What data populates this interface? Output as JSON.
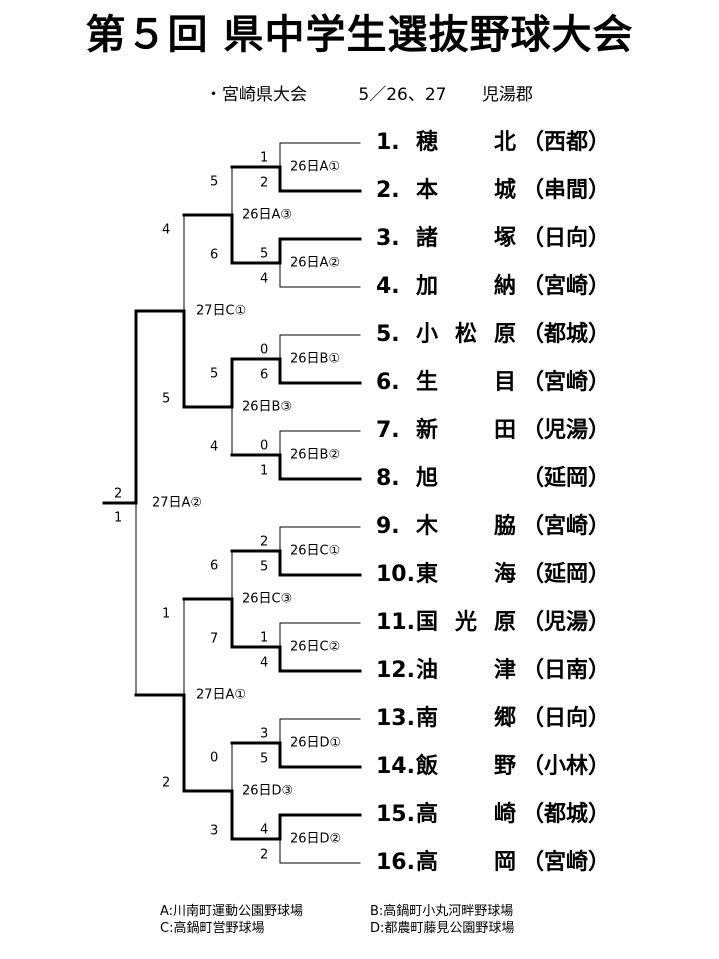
{
  "title": "第５回 県中学生選抜野球大会",
  "subtitle": {
    "tournament": "・宮崎県大会",
    "dates": "5／26、27",
    "venue": "児湯郡"
  },
  "teams": [
    {
      "no": "1.",
      "name": "穂北",
      "pref": "（西都）"
    },
    {
      "no": "2.",
      "name": "本城",
      "pref": "（串間）"
    },
    {
      "no": "3.",
      "name": "諸塚",
      "pref": "（日向）"
    },
    {
      "no": "4.",
      "name": "加納",
      "pref": "（宮崎）"
    },
    {
      "no": "5.",
      "name": "小松原",
      "pref": "（都城）"
    },
    {
      "no": "6.",
      "name": "生目",
      "pref": "（宮崎）"
    },
    {
      "no": "7.",
      "name": "新田",
      "pref": "（児湯）"
    },
    {
      "no": "8.",
      "name": "旭",
      "pref": "（延岡）"
    },
    {
      "no": "9.",
      "name": "木脇",
      "pref": "（宮崎）"
    },
    {
      "no": "10.",
      "name": "東海",
      "pref": "（延岡）"
    },
    {
      "no": "11.",
      "name": "国光原",
      "pref": "（児湯）"
    },
    {
      "no": "12.",
      "name": "油津",
      "pref": "（日南）"
    },
    {
      "no": "13.",
      "name": "南郷",
      "pref": "（日向）"
    },
    {
      "no": "14.",
      "name": "飯野",
      "pref": "（小林）"
    },
    {
      "no": "15.",
      "name": "高崎",
      "pref": "（都城）"
    },
    {
      "no": "16.",
      "name": "高岡",
      "pref": "（宮崎）"
    }
  ],
  "round1": [
    {
      "label": "26日A①",
      "scores": [
        "1",
        "2"
      ],
      "winner": 1
    },
    {
      "label": "26日A②",
      "scores": [
        "5",
        "4"
      ],
      "winner": 0
    },
    {
      "label": "26日B①",
      "scores": [
        "0",
        "6"
      ],
      "winner": 1
    },
    {
      "label": "26日B②",
      "scores": [
        "0",
        "1"
      ],
      "winner": 1
    },
    {
      "label": "26日C①",
      "scores": [
        "2",
        "5"
      ],
      "winner": 1
    },
    {
      "label": "26日C②",
      "scores": [
        "1",
        "4"
      ],
      "winner": 1
    },
    {
      "label": "26日D①",
      "scores": [
        "3",
        "5"
      ],
      "winner": 1
    },
    {
      "label": "26日D②",
      "scores": [
        "4",
        "2"
      ],
      "winner": 0
    }
  ],
  "round2": [
    {
      "label": "26日A③",
      "scores": [
        "5",
        "6"
      ],
      "winner": 1
    },
    {
      "label": "26日B③",
      "scores": [
        "5",
        "4"
      ],
      "winner": 0
    },
    {
      "label": "26日C③",
      "scores": [
        "6",
        "7"
      ],
      "winner": 1
    },
    {
      "label": "26日D③",
      "scores": [
        "0",
        "3"
      ],
      "winner": 1
    }
  ],
  "semis": [
    {
      "label": "27日C①",
      "scores": [
        "4",
        "5"
      ],
      "winner": 1
    },
    {
      "label": "27日A①",
      "scores": [
        "1",
        "2"
      ],
      "winner": 1
    }
  ],
  "final": {
    "label": "27日A②",
    "scores": [
      "2",
      "1"
    ],
    "winner": 0
  },
  "legend": [
    [
      "A:川南町運動公園野球場",
      "B:高鍋町小丸河畔野球場"
    ],
    [
      "C:高鍋町営野球場",
      "D:都農町藤見公園野球場"
    ]
  ]
}
